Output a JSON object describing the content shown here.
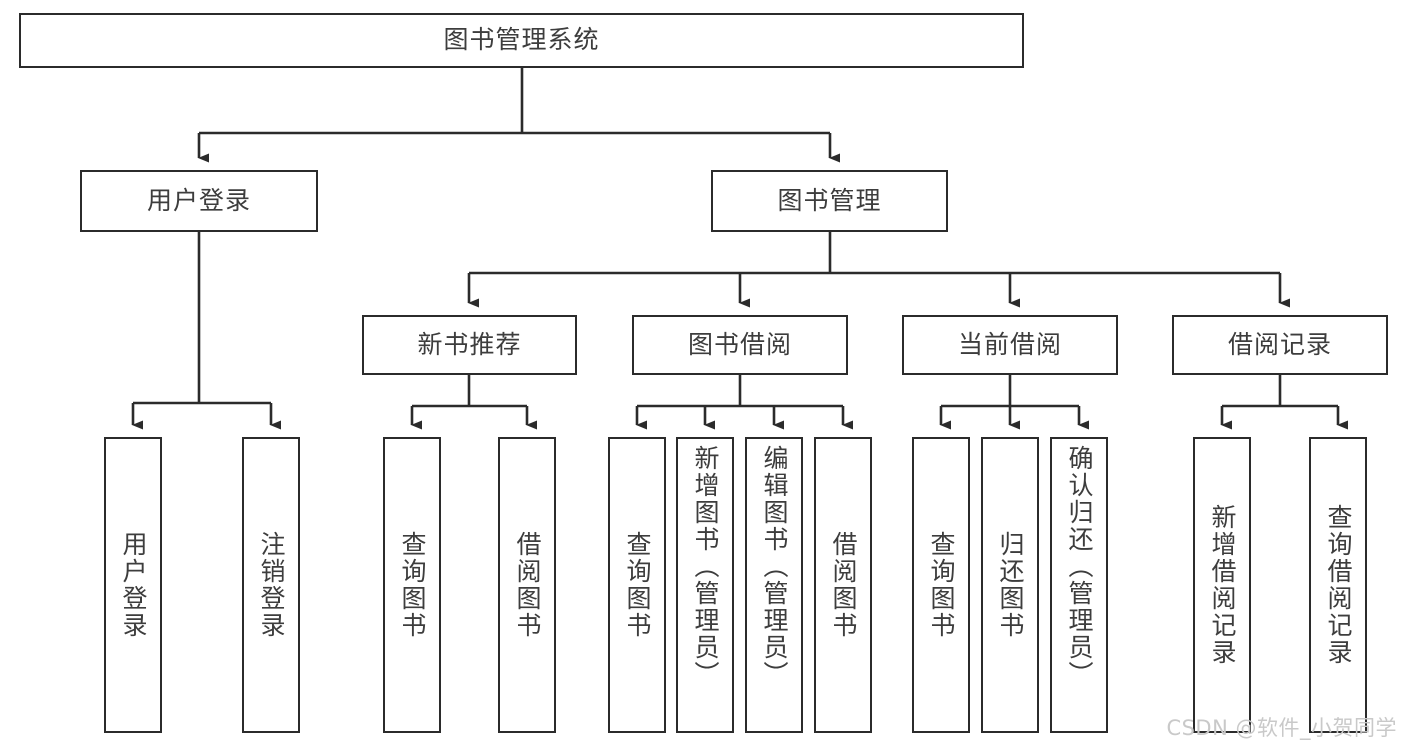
{
  "diagram": {
    "title": "图书管理系统",
    "root": {
      "label": "图书管理系统"
    },
    "level2": [
      {
        "label": "用户登录"
      },
      {
        "label": "图书管理"
      }
    ],
    "level3": [
      {
        "label": "新书推荐"
      },
      {
        "label": "图书借阅"
      },
      {
        "label": "当前借阅"
      },
      {
        "label": "借阅记录"
      }
    ],
    "leaves": [
      {
        "label": "用户登录"
      },
      {
        "label": "注销登录"
      },
      {
        "label": "查询图书"
      },
      {
        "label": "借阅图书"
      },
      {
        "label": "查询图书"
      },
      {
        "label": "新增图书（管理员）"
      },
      {
        "label": "编辑图书（管理员）"
      },
      {
        "label": "借阅图书"
      },
      {
        "label": "查询图书"
      },
      {
        "label": "归还图书"
      },
      {
        "label": "确认归还（管理员）"
      },
      {
        "label": "新增借阅记录"
      },
      {
        "label": "查询借阅记录"
      }
    ]
  },
  "watermark": {
    "text": "CSDN @软件_小贺同学"
  },
  "colors": {
    "stroke": "#2b2b2b",
    "text": "#3d3d3d",
    "background": "#ffffff",
    "watermark": "#c9c9c9"
  }
}
